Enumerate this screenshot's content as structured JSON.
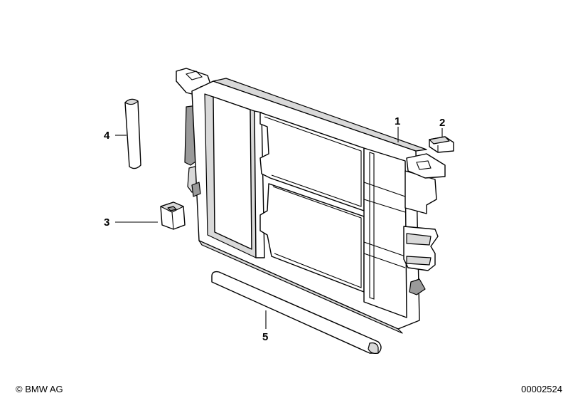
{
  "callouts": [
    {
      "id": "1",
      "part": "radiator-frame"
    },
    {
      "id": "2",
      "part": "clip"
    },
    {
      "id": "3",
      "part": "rubber-mount"
    },
    {
      "id": "4",
      "part": "side-seal"
    },
    {
      "id": "5",
      "part": "bottom-seal"
    }
  ],
  "footer": {
    "copyright": "© BMW AG",
    "diagram_id": "00002524"
  },
  "colors": {
    "line": "#000000",
    "background": "#ffffff",
    "shade": "#d9d9d9"
  }
}
